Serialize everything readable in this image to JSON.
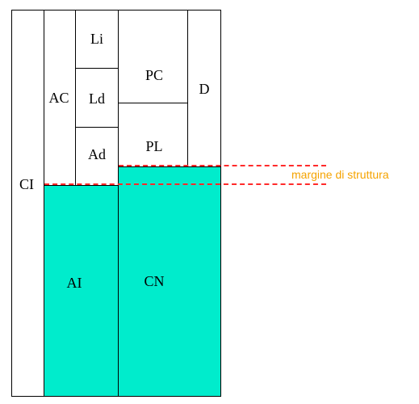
{
  "diagram": {
    "blocks": {
      "ci": "CI",
      "ac": "AC",
      "li": "Li",
      "ld": "Ld",
      "ad": "Ad",
      "pc": "PC",
      "pl": "PL",
      "d": "D",
      "ai": "AI",
      "cn": "CN"
    },
    "annotation": "margine  di struttura",
    "colors": {
      "fill": "#00eccc",
      "border": "#000000",
      "margin_line": "#ff2a2a",
      "annotation_text": "#f5a300"
    }
  }
}
